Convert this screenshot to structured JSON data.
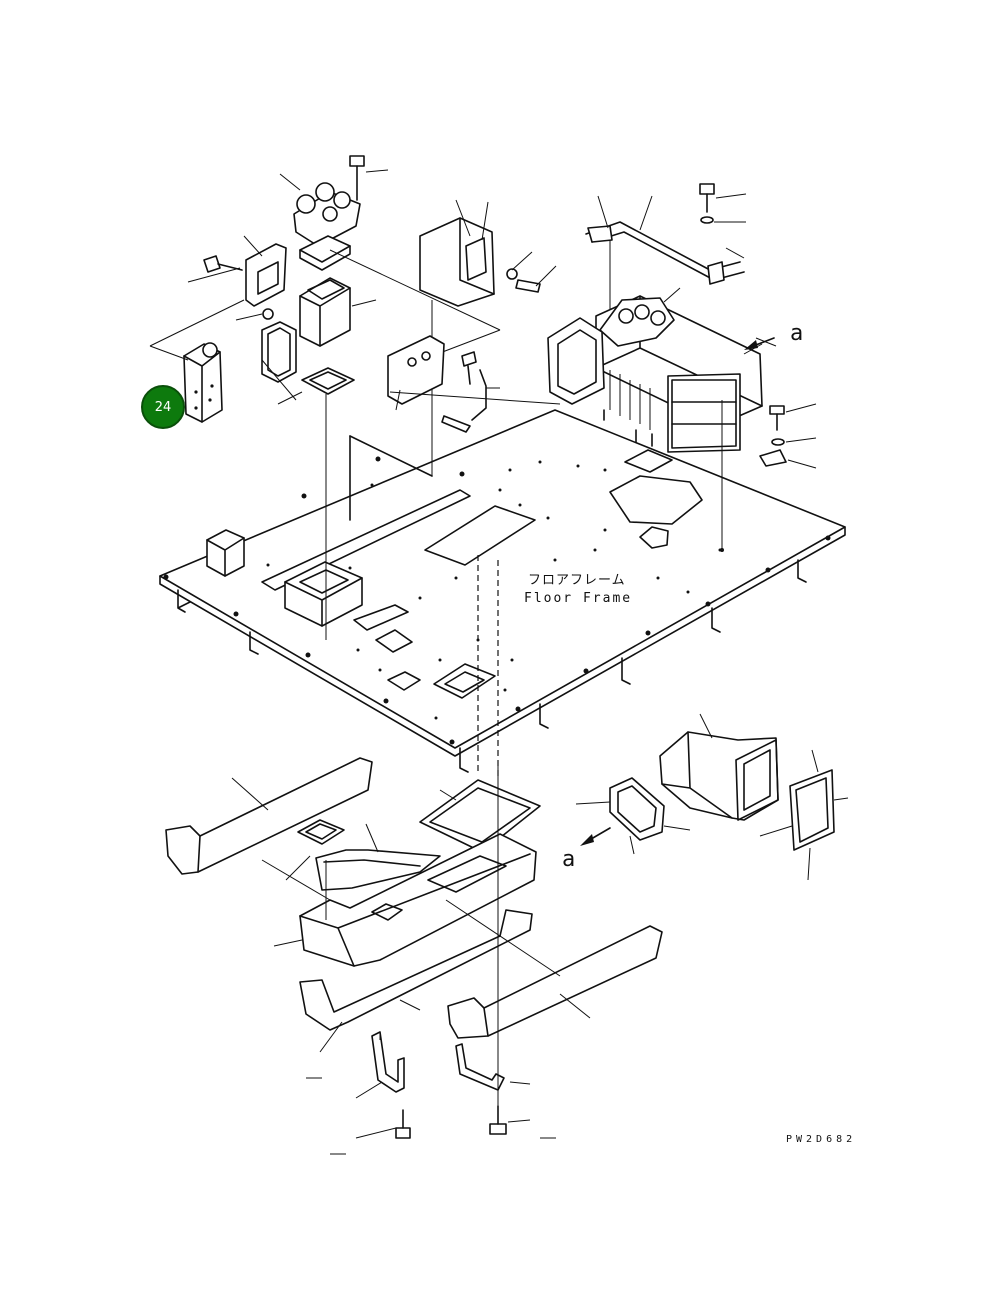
{
  "callout_badge": {
    "label": "24",
    "color": "#0d7a0d"
  },
  "view_marker_top": "a",
  "view_marker_bottom": "a",
  "floor_frame_jp": "フロアフレーム",
  "floor_frame_en": "Floor Frame",
  "drawing_code": "PW2D682"
}
